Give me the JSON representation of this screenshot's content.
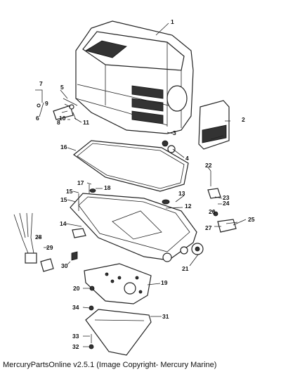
{
  "labels": {
    "l1": "1",
    "l2": "2",
    "l3": "3",
    "l4": "4",
    "l5": "5",
    "l6": "6",
    "l7": "7",
    "l8": "8",
    "l9": "9",
    "l10": "10",
    "l11": "11",
    "l12": "12",
    "l13": "13",
    "l14": "14",
    "l15a": "15",
    "l15b": "15",
    "l16": "16",
    "l17": "17",
    "l18": "18",
    "l19": "19",
    "l20": "20",
    "l21": "21",
    "l22": "22",
    "l23": "23",
    "l24": "24",
    "l25": "25",
    "l26": "26",
    "l27": "27",
    "l28": "28",
    "l29": "29",
    "l30": "30",
    "l31": "31",
    "l32": "32",
    "l33": "33",
    "l34": "34"
  },
  "footer": {
    "copyright": "MercuryPartsOnline v2.5.1 (Image Copyright- Mercury Marine)"
  }
}
